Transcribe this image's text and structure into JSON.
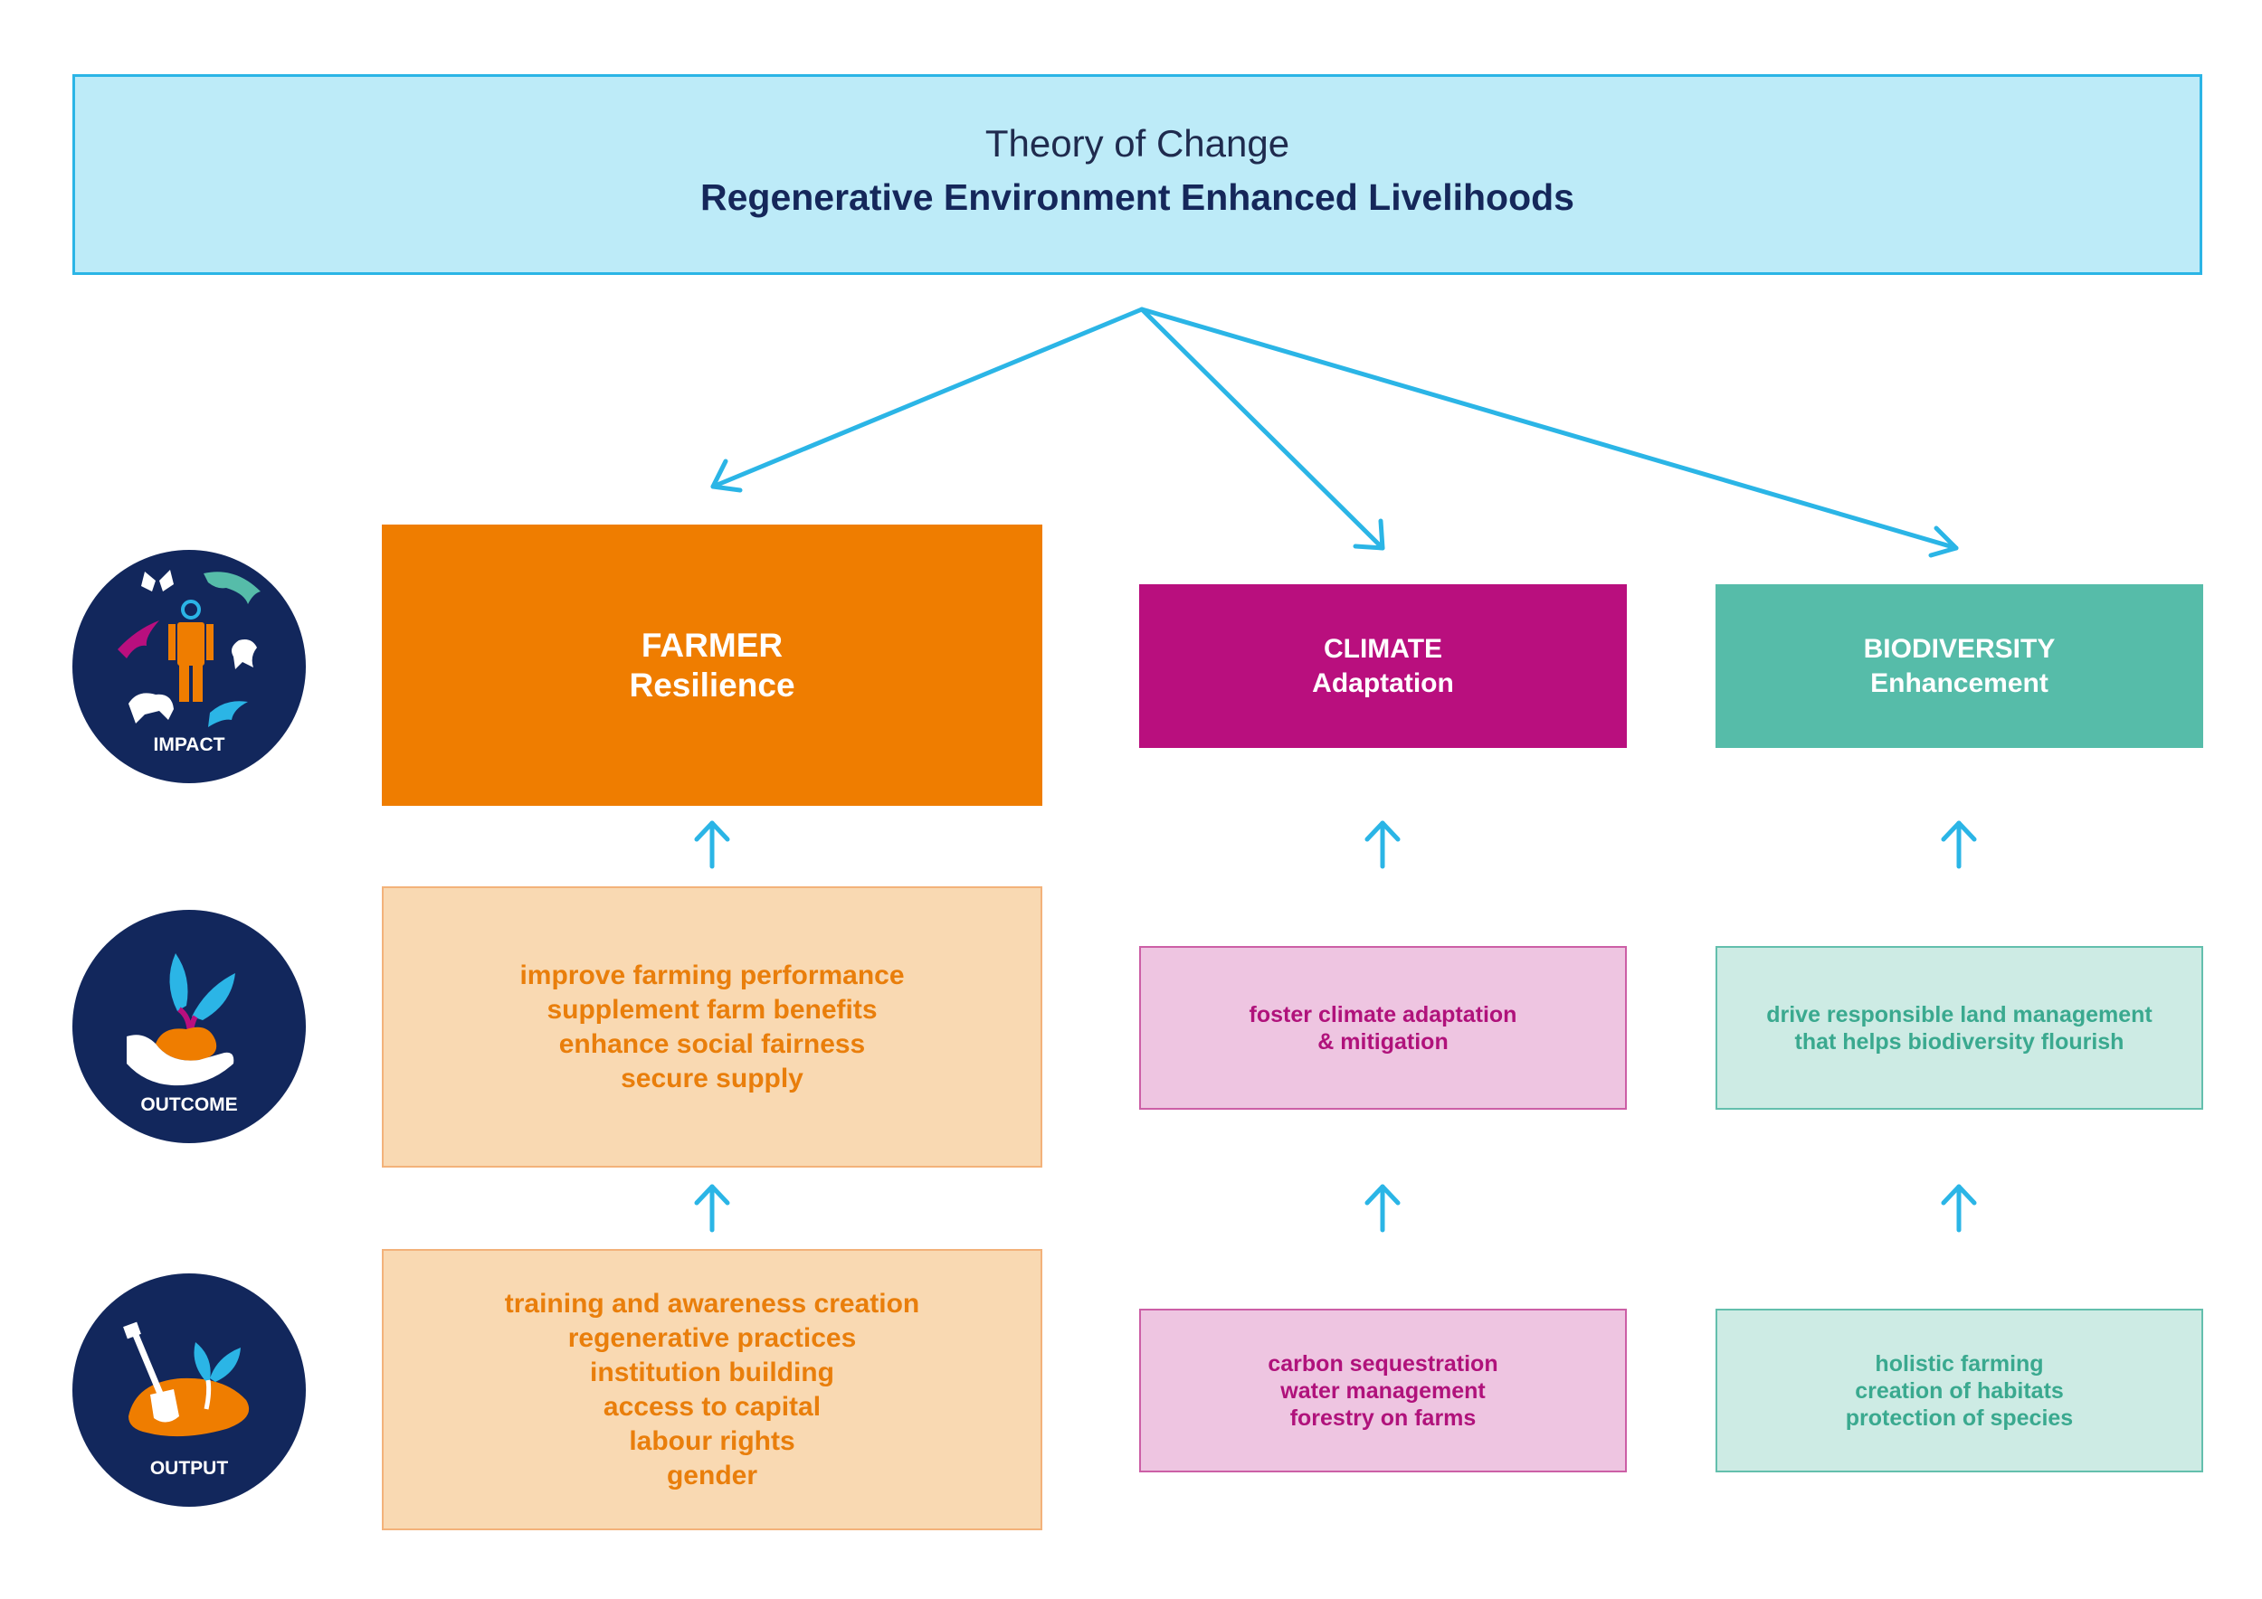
{
  "header": {
    "title": "Theory of Change",
    "subtitle": "Regenerative Environment Enhanced Livelihoods"
  },
  "levels": {
    "impact": "IMPACT",
    "outcome": "OUTCOME",
    "output": "OUTPUT"
  },
  "impact": {
    "farmer": {
      "line1": "FARMER",
      "line2": "Resilience"
    },
    "climate": {
      "line1": "CLIMATE",
      "line2": "Adaptation"
    },
    "biodiversity": {
      "line1": "BIODIVERSITY",
      "line2": "Enhancement"
    }
  },
  "outcome": {
    "farmer": [
      "improve farming performance",
      "supplement farm benefits",
      "enhance social fairness",
      "secure supply"
    ],
    "climate": [
      "foster climate adaptation",
      "& mitigation"
    ],
    "biodiversity": [
      "drive responsible land management",
      "that helps biodiversity flourish"
    ]
  },
  "output": {
    "farmer": [
      "training and awareness creation",
      "regenerative practices",
      "institution building",
      "access to capital",
      "labour rights",
      "gender"
    ],
    "climate": [
      "carbon sequestration",
      "water management",
      "forestry on farms"
    ],
    "biodiversity": [
      "holistic farming",
      "creation of habitats",
      "protection of species"
    ]
  },
  "colors": {
    "arrow": "#2bb5e6",
    "farmer": "#ef7d00",
    "climate": "#b90f7e",
    "biodiversity": "#56bca9",
    "badge": "#12275c",
    "header_bg": "#bdebf8"
  },
  "icons": {
    "impact": "animals-and-person-icon",
    "outcome": "hand-holding-seedling-icon",
    "output": "shovel-and-seedling-icon"
  }
}
